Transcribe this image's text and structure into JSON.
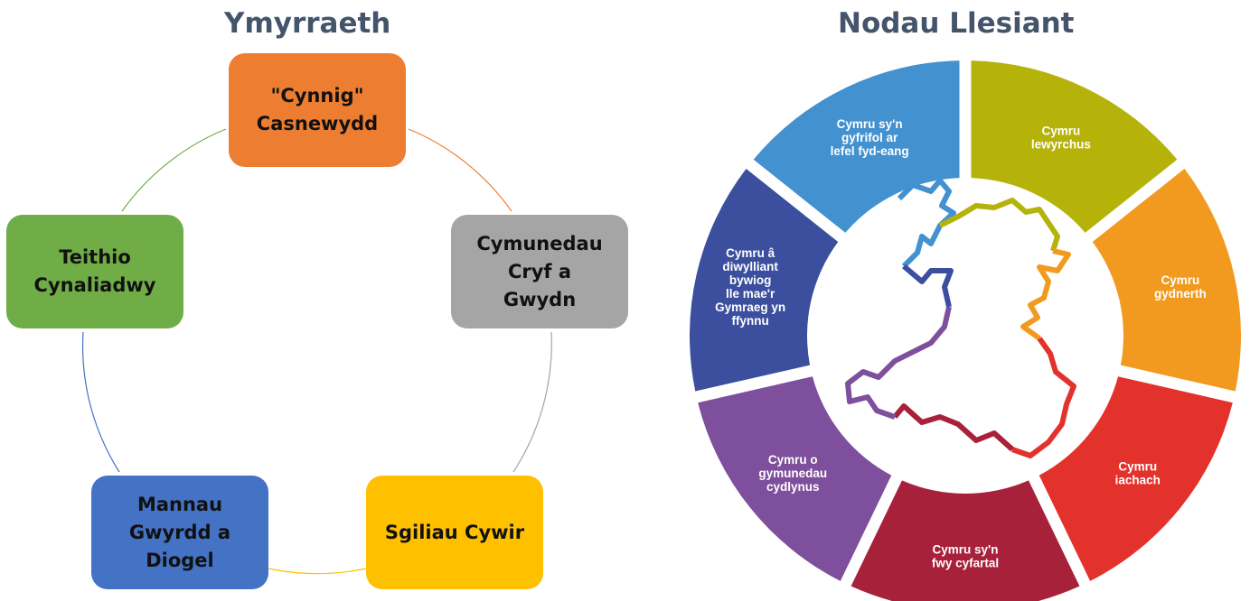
{
  "left": {
    "title": "Ymyrraeth",
    "nodes": [
      {
        "text": "\"Cynnig\"\nCasnewydd",
        "color": "#ed7d31"
      },
      {
        "text": "Cymunedau\nCryf a\nGwydn",
        "color": "#a5a5a5"
      },
      {
        "text": "Sgiliau Cywir",
        "color": "#ffc000"
      },
      {
        "text": "Mannau\nGwyrdd a\nDiogel",
        "color": "#4472c4"
      },
      {
        "text": "Teithio\nCynaliadwy",
        "color": "#70ad47"
      }
    ]
  },
  "right": {
    "title": "Nodau Llesiant",
    "segments": [
      {
        "label": "Cymru\nlewyrchus",
        "color": "#b5b20a"
      },
      {
        "label": "Cymru\ngydnerth",
        "color": "#f29a1f"
      },
      {
        "label": "Cymru\niachach",
        "color": "#e3322b"
      },
      {
        "label": "Cymru sy'n\nfwy cyfartal",
        "color": "#a8213b"
      },
      {
        "label": "Cymru o\ngymunedau\ncydlynus",
        "color": "#7e4f9c"
      },
      {
        "label": "Cymru â\ndiwylliant\nbywiog\nlle mae'r\nGymraeg yn\nffynnu",
        "color": "#3b4f9e"
      },
      {
        "label": "Cymru sy'n\ngyfrifol ar\nlefel fyd-eang",
        "color": "#4391cf"
      }
    ]
  }
}
